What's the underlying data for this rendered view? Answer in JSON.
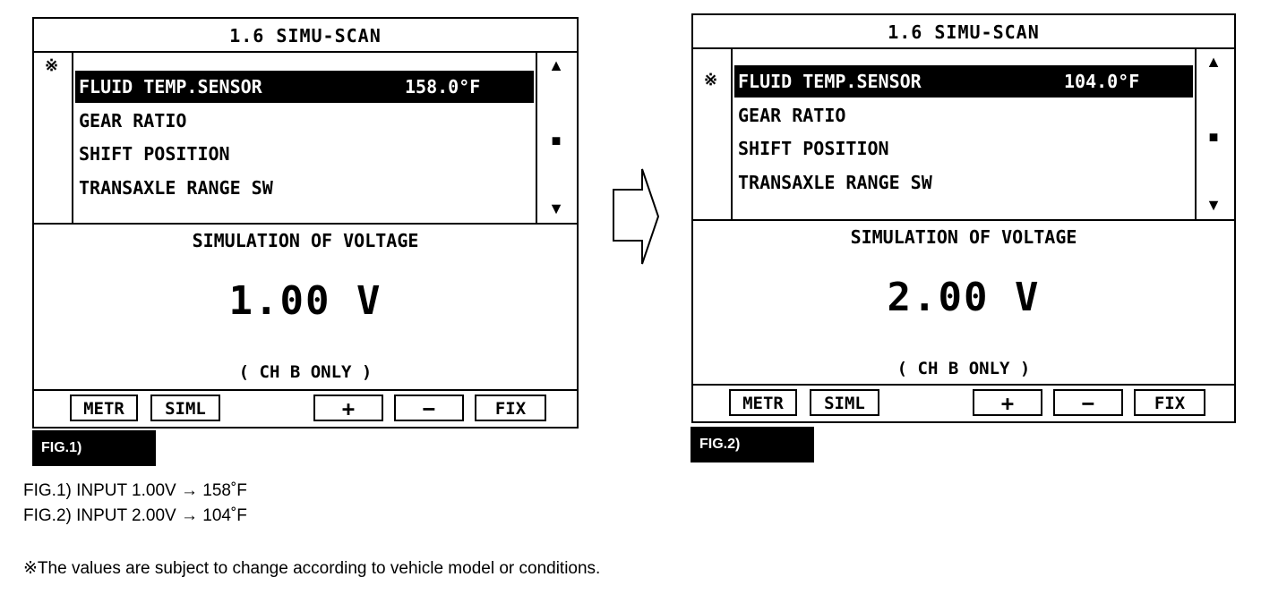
{
  "screens": [
    {
      "title": "1.6 SIMU-SCAN",
      "marker": "※",
      "rows": [
        {
          "label": "FLUID TEMP.SENSOR",
          "value": "158.0°F",
          "selected": true
        },
        {
          "label": "GEAR RATIO",
          "value": ""
        },
        {
          "label": "SHIFT POSITION",
          "value": ""
        },
        {
          "label": "TRANSAXLE RANGE SW",
          "value": ""
        }
      ],
      "scroll": {
        "up": "▲",
        "thumb": "■",
        "down": "▼"
      },
      "sim_title": "SIMULATION OF VOLTAGE",
      "voltage": "1.00 V",
      "channel": "( CH B ONLY )",
      "buttons": {
        "metr": "METR",
        "siml": "SIML",
        "plus": "+",
        "minus": "−",
        "fix": "FIX"
      },
      "fig_tag": "FIG.1)"
    },
    {
      "title": "1.6 SIMU-SCAN",
      "marker": "※",
      "rows": [
        {
          "label": "FLUID TEMP.SENSOR",
          "value": "104.0°F",
          "selected": true
        },
        {
          "label": "GEAR RATIO",
          "value": ""
        },
        {
          "label": "SHIFT POSITION",
          "value": ""
        },
        {
          "label": "TRANSAXLE RANGE SW",
          "value": ""
        }
      ],
      "scroll": {
        "up": "▲",
        "thumb": "■",
        "down": "▼"
      },
      "sim_title": "SIMULATION OF VOLTAGE",
      "voltage": "2.00 V",
      "channel": "( CH B ONLY )",
      "buttons": {
        "metr": "METR",
        "siml": "SIML",
        "plus": "+",
        "minus": "−",
        "fix": "FIX"
      },
      "fig_tag": "FIG.2)"
    }
  ],
  "captions": [
    "FIG.1) INPUT 1.00V → 158˚F",
    "FIG.2) INPUT 2.00V → 104˚F"
  ],
  "note": "※The values are subject to change according to vehicle model or conditions."
}
